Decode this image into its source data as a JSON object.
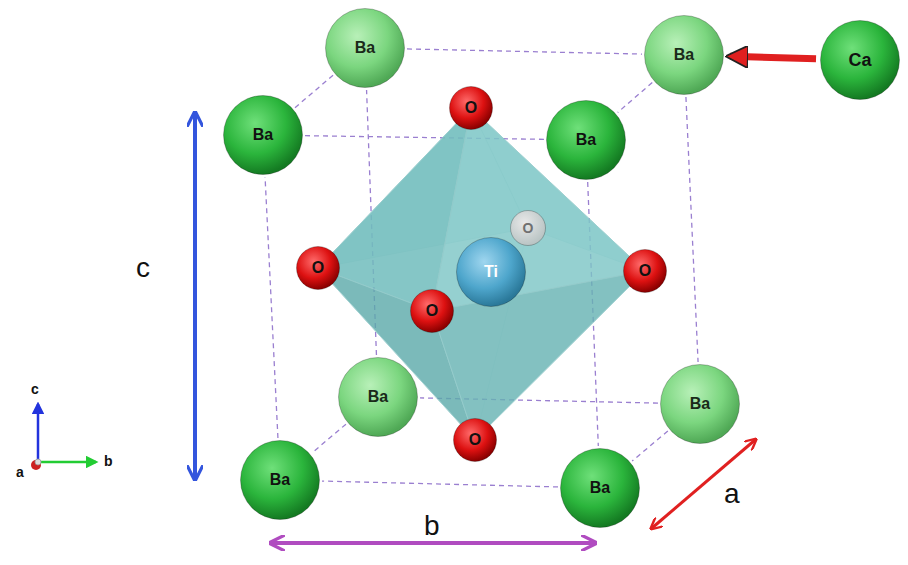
{
  "diagram": {
    "nodes": [
      {
        "text": [
          "Ba"
        ]
      },
      {
        "text": [
          "Ba"
        ]
      },
      {
        "text": [
          "Ca"
        ]
      },
      {
        "text": [
          "Ba"
        ]
      },
      {
        "text": [
          "O"
        ]
      },
      {
        "text": [
          "Ba"
        ]
      },
      {
        "text": [
          "O"
        ]
      },
      {
        "text": [
          "O"
        ]
      },
      {
        "text": [
          "Ti"
        ]
      },
      {
        "text": [
          "O"
        ]
      },
      {
        "text": [
          "O"
        ]
      },
      {
        "text": [
          "Ba"
        ]
      },
      {
        "text": [
          "Ba"
        ]
      },
      {
        "text": [
          "O"
        ]
      },
      {
        "text": [
          "Ba"
        ]
      },
      {
        "text": [
          "Ba"
        ]
      }
    ],
    "edges": [
      {
        "from": 2,
        "to": 1,
        "arrow": "to"
      },
      {
        "from": 0,
        "to": 1,
        "arrow": "none"
      },
      {
        "from": 1,
        "to": 12,
        "arrow": "none"
      },
      {
        "from": 12,
        "to": 11,
        "arrow": "none"
      },
      {
        "from": 11,
        "to": 0,
        "arrow": "none"
      },
      {
        "from": 0,
        "to": 3,
        "arrow": "none"
      },
      {
        "from": 1,
        "to": 5,
        "arrow": "none"
      },
      {
        "from": 11,
        "to": 14,
        "arrow": "none"
      },
      {
        "from": 12,
        "to": 15,
        "arrow": "none"
      },
      {
        "from": 3,
        "to": 5,
        "arrow": "none"
      },
      {
        "from": 5,
        "to": 15,
        "arrow": "none"
      },
      {
        "from": 15,
        "to": 14,
        "arrow": "none"
      },
      {
        "from": 14,
        "to": 3,
        "arrow": "none"
      }
    ],
    "labels": [
      "c",
      "b",
      "a",
      "c",
      "b",
      "a"
    ]
  }
}
